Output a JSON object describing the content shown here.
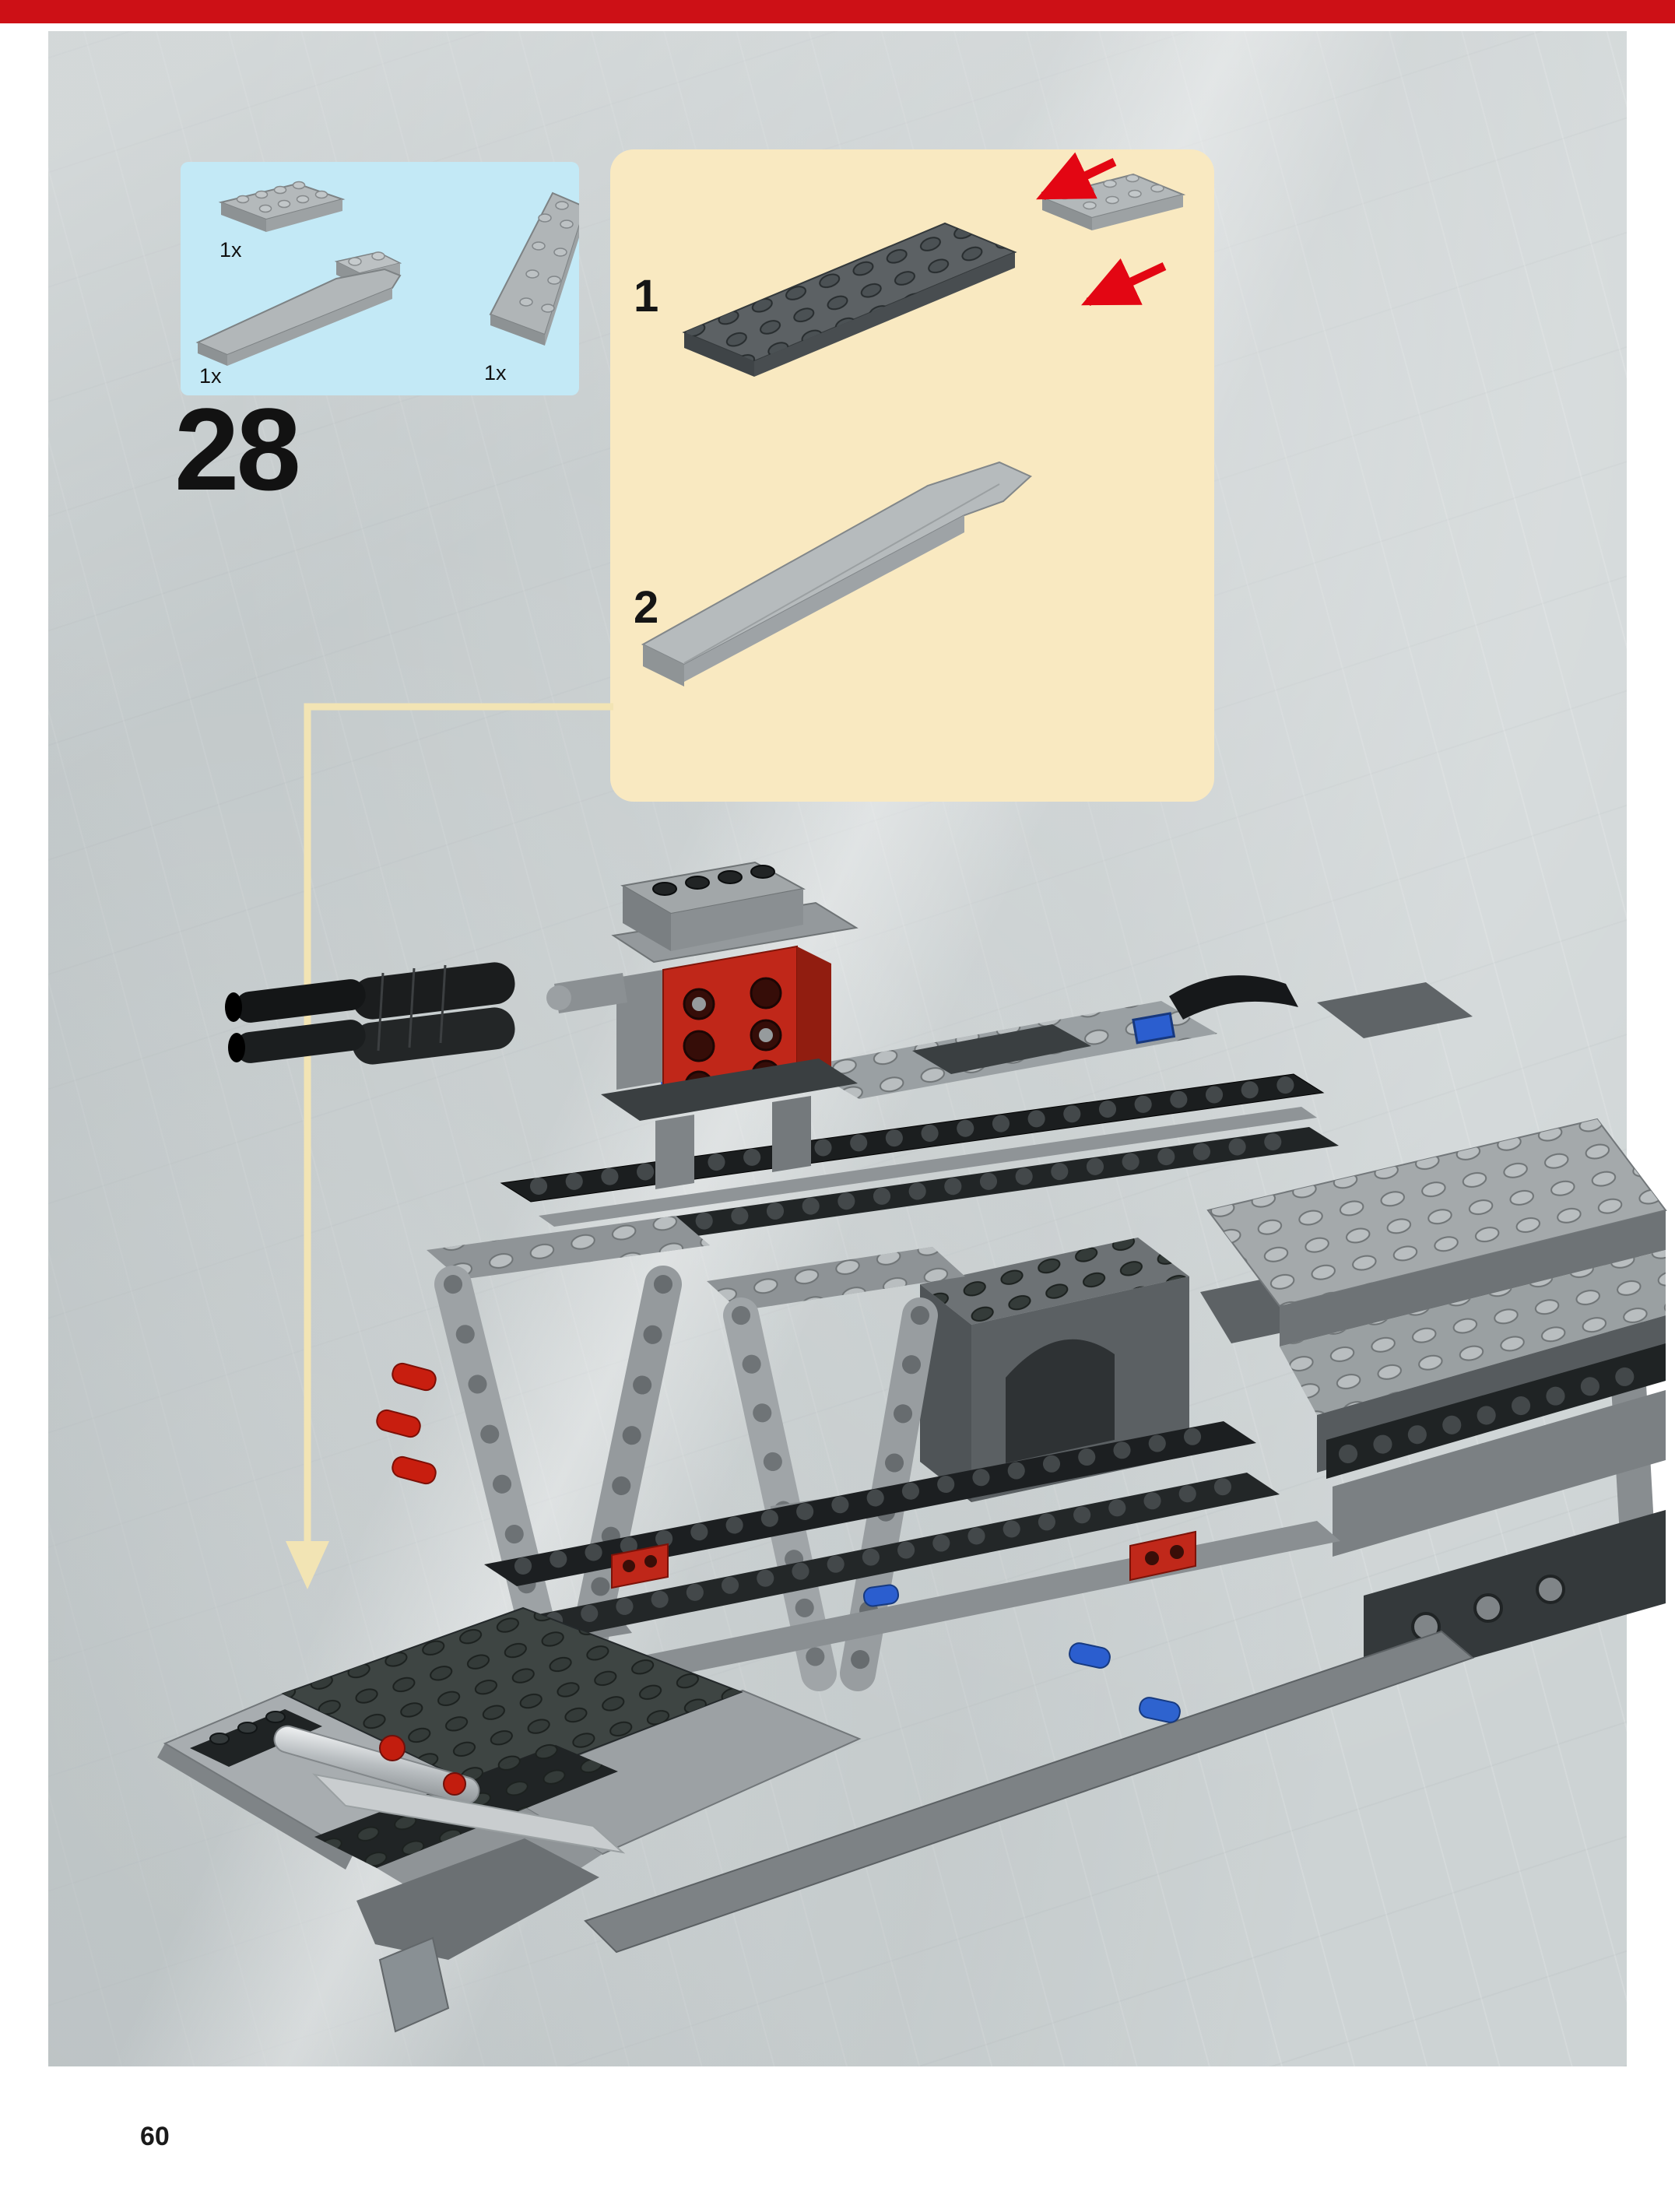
{
  "page": {
    "step_number": "28",
    "page_number": "60"
  },
  "parts_box": {
    "items": [
      {
        "part": "plate-2x4-gray",
        "count": "1x"
      },
      {
        "part": "long-wedge-slope-gray",
        "count": "1x"
      },
      {
        "part": "wedge-plate-gray",
        "count": "1x"
      }
    ]
  },
  "instruction_panel": {
    "steps": [
      {
        "label": "1"
      },
      {
        "label": "2"
      }
    ]
  },
  "icons": {
    "red_assembly_arrow": "red-arrow-icon",
    "flow_arrow": "down-arrow-icon"
  },
  "colors": {
    "top_bar_red": "#cd1016",
    "background_gray": "#cdd3d4",
    "parts_box_blue": "#c3e9f6",
    "panel_cream": "#f9e9c1",
    "arrow_red": "#e30613",
    "flow_arrow_cream": "#f2e4b4",
    "lego_light_gray": "#a6abae",
    "lego_dark_gray": "#3c4143",
    "lego_black": "#1c1f20",
    "brick_red": "#bf2718",
    "pin_blue": "#2b5ecf"
  }
}
